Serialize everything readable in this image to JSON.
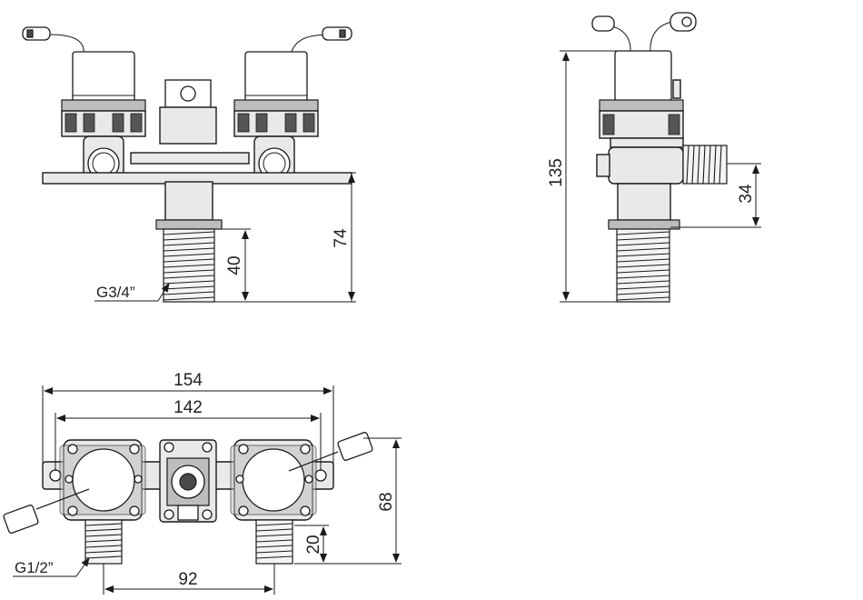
{
  "dimensions": {
    "front_total_height": "74",
    "front_thread_length": "40",
    "side_total_height": "135",
    "side_outlet_height": "34",
    "top_overall_width": "154",
    "top_hole_spacing": "142",
    "top_depth": "68",
    "top_outlet_length": "20",
    "top_outlet_spacing": "92"
  },
  "threads": {
    "main_inlet": "G3/4”",
    "side_outlets": "G1/2”"
  }
}
